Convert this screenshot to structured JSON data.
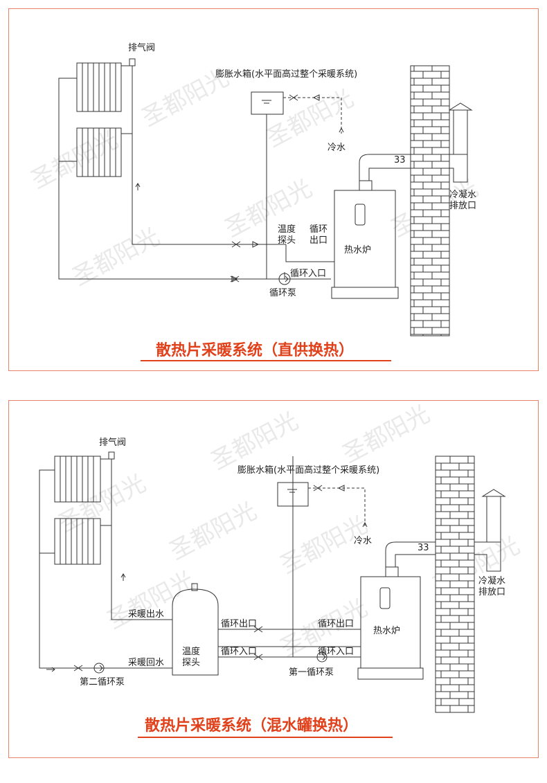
{
  "watermark": "圣都阳光",
  "diagram1": {
    "title": "散热片采暖系统（直供换热）",
    "labels": {
      "vent_valve": "排气阀",
      "expansion_tank": "膨胀水箱(水平面高过整个采暖系统)",
      "cold_water": "冷水",
      "condensate_line1": "冷凝水",
      "condensate_line2": "排放口",
      "temp_probe_line1": "温度",
      "temp_probe_line2": "探头",
      "circ_out_line1": "循环",
      "circ_out_line2": "出口",
      "boiler": "热水炉",
      "circ_in": "循环入口",
      "circ_pump": "循环泵"
    }
  },
  "diagram2": {
    "title": "散热片采暖系统（混水罐换热）",
    "labels": {
      "vent_valve": "排气阀",
      "expansion_tank": "膨胀水箱(水平面高过整个采暖系统)",
      "cold_water": "冷水",
      "condensate_line1": "冷凝水",
      "condensate_line2": "排放口",
      "heating_out": "采暖出水",
      "heating_return": "采暖回水",
      "temp_probe_line1": "温度",
      "temp_probe_line2": "探头",
      "circ_out_left": "循环出口",
      "circ_in_left": "循环入口",
      "circ_out_right": "循环出口",
      "circ_in_right": "循环入口",
      "boiler": "热水炉",
      "pump_first": "第一循环泵",
      "pump_second": "第二循环泵"
    }
  },
  "colors": {
    "border": "#e8826a",
    "title": "#e0401a",
    "line": "#333333"
  }
}
